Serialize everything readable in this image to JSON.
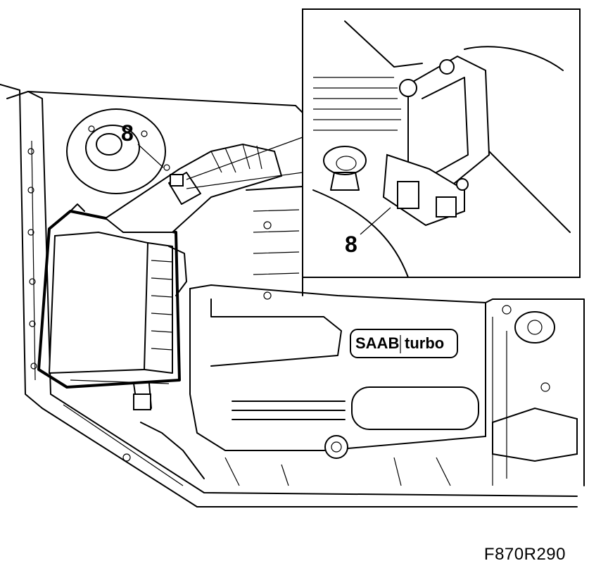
{
  "callouts": {
    "main_label": "8",
    "inset_label": "8"
  },
  "badge": {
    "brand": "SAAB",
    "model": "turbo"
  },
  "figure_code": "F870R290",
  "colors": {
    "line": "#000000",
    "background": "#ffffff"
  }
}
